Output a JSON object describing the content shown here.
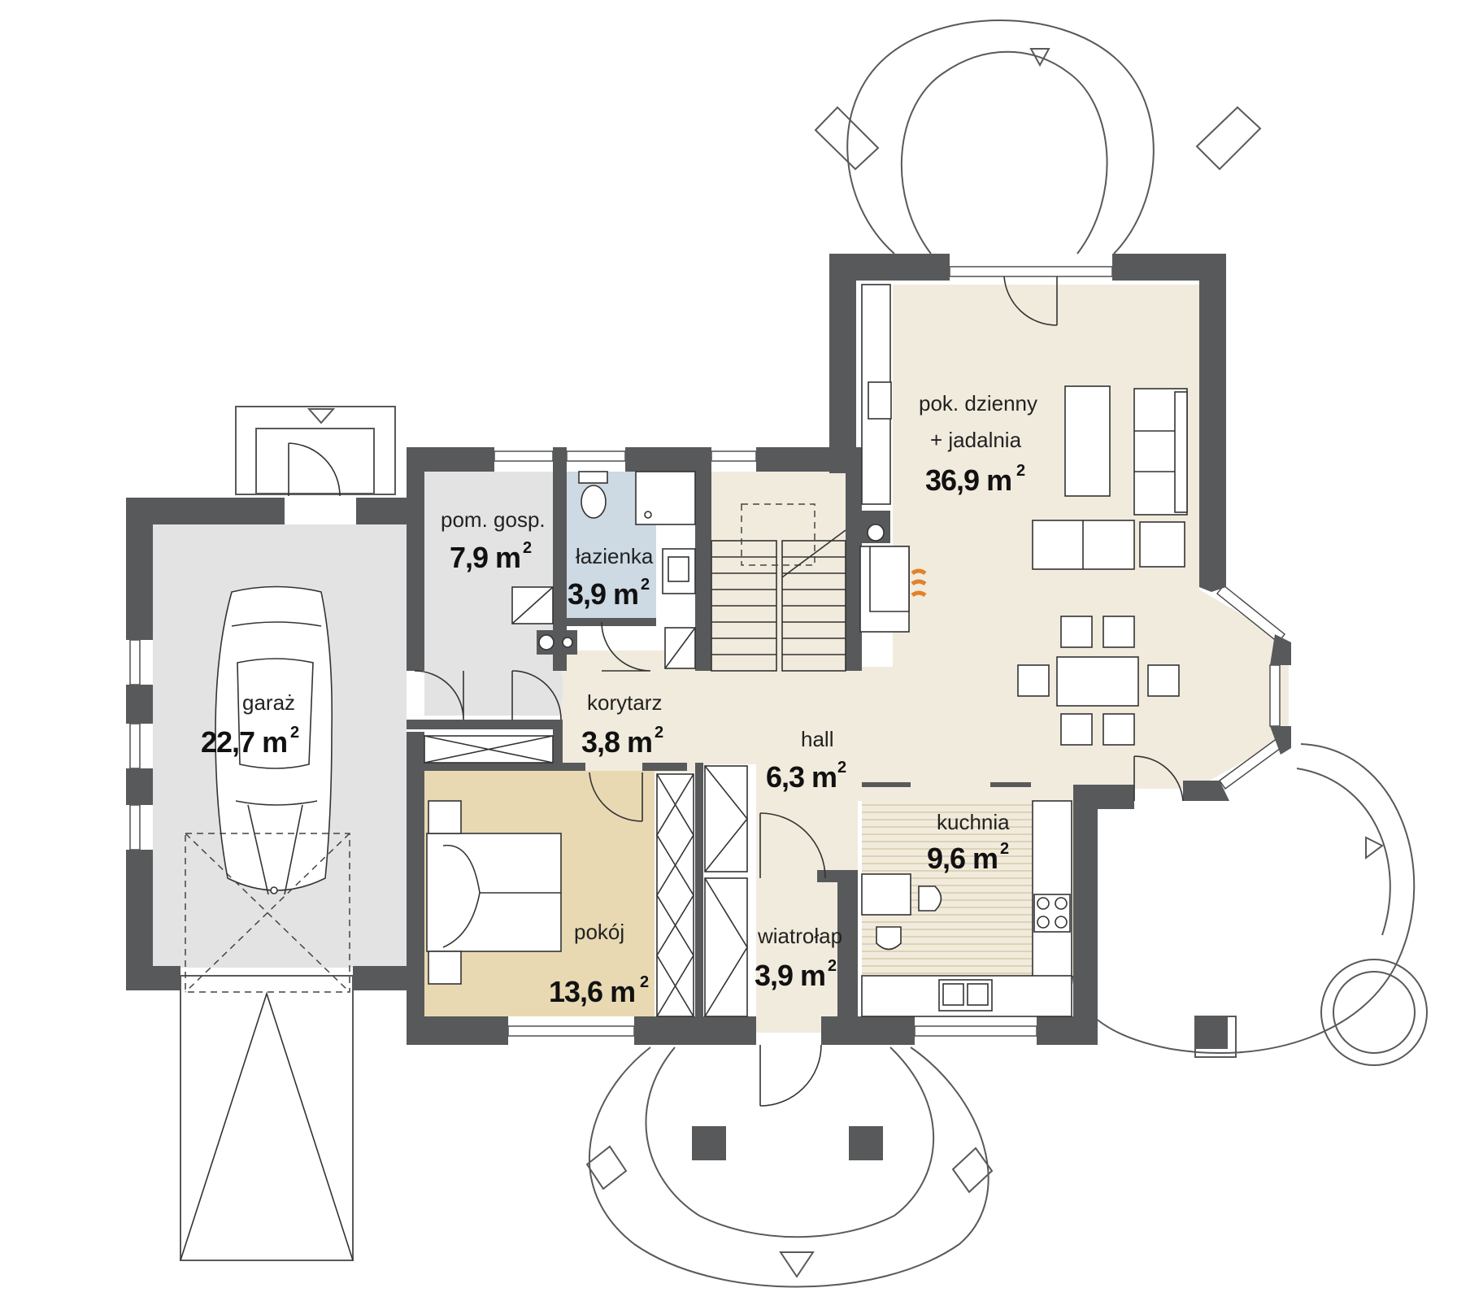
{
  "rooms": [
    {
      "id": "salon",
      "name_lines": [
        "pok. dzienny",
        "+ jadalnia"
      ],
      "area": "36,9 m",
      "sup": "2"
    },
    {
      "id": "pom-gosp",
      "name_lines": [
        "pom. gosp."
      ],
      "area": "7,9 m",
      "sup": "2"
    },
    {
      "id": "lazienka",
      "name_lines": [
        "łazienka"
      ],
      "area": "3,9 m",
      "sup": "2"
    },
    {
      "id": "garaz",
      "name_lines": [
        "garaż"
      ],
      "area": "22,7 m",
      "sup": "2"
    },
    {
      "id": "korytarz",
      "name_lines": [
        "korytarz"
      ],
      "area": "3,8 m",
      "sup": "2"
    },
    {
      "id": "hall",
      "name_lines": [
        "hall"
      ],
      "area": "6,3 m",
      "sup": "2"
    },
    {
      "id": "kuchnia",
      "name_lines": [
        "kuchnia"
      ],
      "area": "9,6 m",
      "sup": "2"
    },
    {
      "id": "pokoj",
      "name_lines": [
        "pokój"
      ],
      "area": "13,6 m",
      "sup": "2"
    },
    {
      "id": "wiatrolap",
      "name_lines": [
        "wiatrołap"
      ],
      "area": "3,9 m",
      "sup": "2"
    }
  ],
  "colors": {
    "wall": "#58595b",
    "garage_floor": "#e3e3e4",
    "utility_floor": "#e3e3e4",
    "living_floor": "#f1ebdd",
    "bedroom_floor": "#e8d9b2",
    "bathroom_floor": "#cdd9e3",
    "kitchen_stripes": "#d9c9a6",
    "fireplace_flame": "#e2812a"
  }
}
